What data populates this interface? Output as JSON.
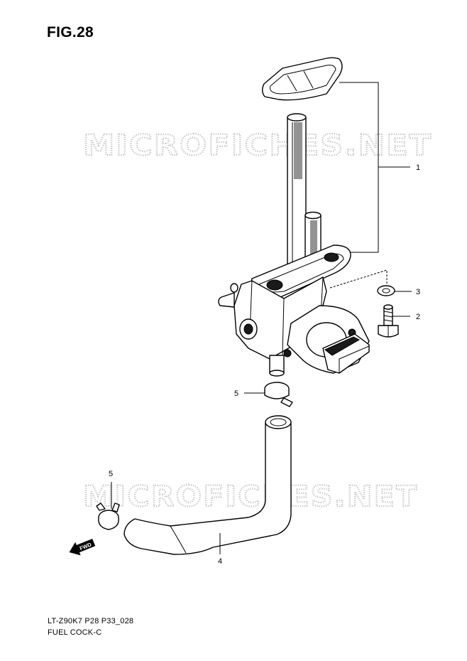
{
  "figure": {
    "title": "FIG.28",
    "code": "LT-Z90K7 P28 P33_028",
    "name": "FUEL COCK-C"
  },
  "watermarks": [
    "MICROFICHES.NET",
    "MICROFICHES.NET"
  ],
  "callouts": [
    "1",
    "2",
    "3",
    "4",
    "5",
    "5"
  ],
  "fwd_label": "FWD"
}
